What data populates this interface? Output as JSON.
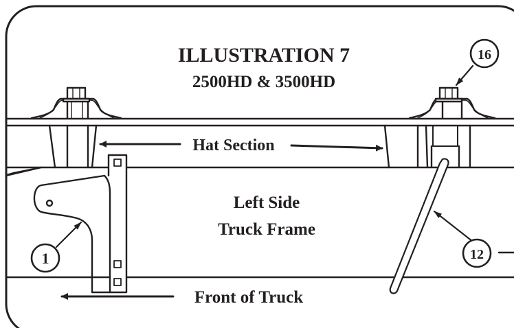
{
  "illustration": {
    "title": "ILLUSTRATION 7",
    "subtitle": "2500HD & 3500HD"
  },
  "labels": {
    "hat_section": "Hat Section",
    "frame_line1": "Left Side",
    "frame_line2": "Truck Frame",
    "front_of_truck": "Front of Truck"
  },
  "callouts": {
    "bracket": "1",
    "rod": "12",
    "bolt": "16"
  },
  "colors": {
    "ink": "#231f20",
    "paper": "#ffffff"
  }
}
